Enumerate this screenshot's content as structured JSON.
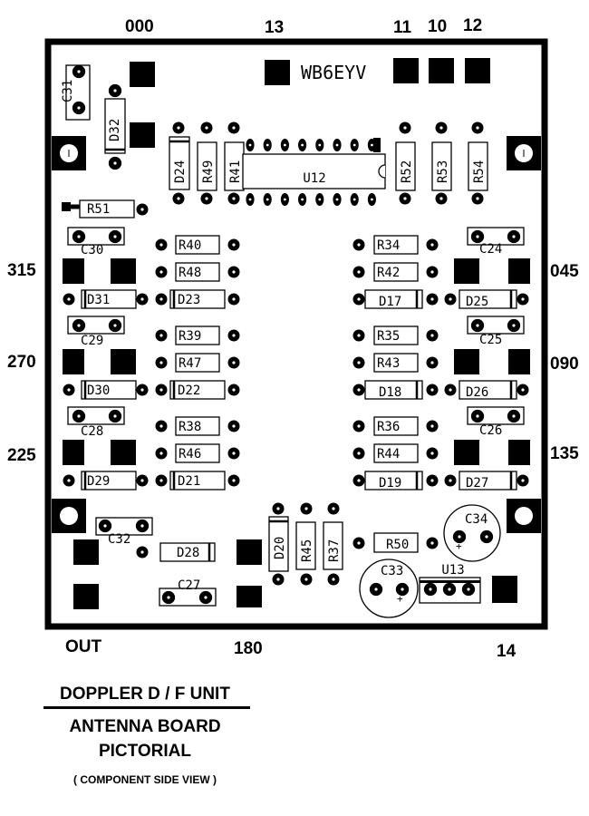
{
  "edge_labels": {
    "top_000": "000",
    "top_13": "13",
    "top_11": "11",
    "top_10": "10",
    "top_12": "12",
    "left_315": "315",
    "left_270": "270",
    "left_225": "225",
    "right_045": "045",
    "right_090": "090",
    "right_135": "135",
    "bottom_out": "OUT",
    "bottom_180": "180",
    "bottom_14": "14"
  },
  "silkscreen": {
    "callsign": "WB6EYV",
    "u12": "U12",
    "u13": "U13",
    "d32": "D32",
    "c31": "C31",
    "d24": "D24",
    "r49": "R49",
    "r41": "R41",
    "r52": "R52",
    "r53": "R53",
    "r54": "R54",
    "r51": "R51",
    "c30": "C30",
    "c24": "C24",
    "c29": "C29",
    "c25": "C25",
    "c28": "C28",
    "c26": "C26",
    "r40": "R40",
    "r48": "R48",
    "r39": "R39",
    "r47": "R47",
    "r38": "R38",
    "r46": "R46",
    "r34": "R34",
    "r42": "R42",
    "r35": "R35",
    "r43": "R43",
    "r36": "R36",
    "r44": "R44",
    "d31": "D31",
    "d23": "D23",
    "d30": "D30",
    "d22": "D22",
    "d29": "D29",
    "d21": "D21",
    "d17": "D17",
    "d25": "D25",
    "d18": "D18",
    "d26": "D26",
    "d19": "D19",
    "d27": "D27",
    "c32": "C32",
    "d28": "D28",
    "c27": "C27",
    "d20": "D20",
    "r45": "R45",
    "r37": "R37",
    "r50": "R50",
    "c33": "C33",
    "c34": "C34"
  },
  "title": {
    "line1": "DOPPLER D / F UNIT",
    "line2": "ANTENNA BOARD",
    "line3": "PICTORIAL",
    "line4": "( COMPONENT SIDE VIEW )"
  }
}
